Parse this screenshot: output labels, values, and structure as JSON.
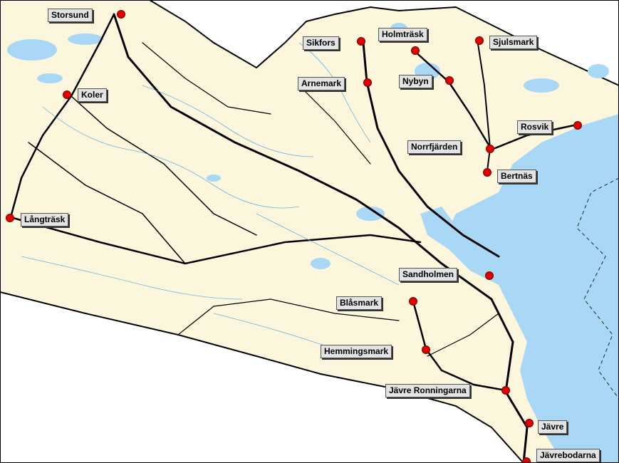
{
  "map": {
    "colors": {
      "land": "#fbf6dc",
      "water": "#a8d8f5",
      "roads": "#000000",
      "marker": "#e00000",
      "label_bg": "#e3e3e3"
    },
    "places": [
      {
        "id": "storsund",
        "name": "Storsund"
      },
      {
        "id": "koler",
        "name": "Koler"
      },
      {
        "id": "langtrask",
        "name": "Långträsk"
      },
      {
        "id": "sikfors",
        "name": "Sikfors"
      },
      {
        "id": "holmtrask",
        "name": "Holmträsk"
      },
      {
        "id": "sjulsmark",
        "name": "Sjulsmark"
      },
      {
        "id": "arnemark",
        "name": "Arnemark"
      },
      {
        "id": "nybyn",
        "name": "Nybyn"
      },
      {
        "id": "rosvik",
        "name": "Rosvik"
      },
      {
        "id": "norrfjarden",
        "name": "Norrfjärden"
      },
      {
        "id": "bertnas",
        "name": "Bertnäs"
      },
      {
        "id": "sandholmen",
        "name": "Sandholmen"
      },
      {
        "id": "blasmark",
        "name": "Blåsmark"
      },
      {
        "id": "hemmingsmark",
        "name": "Hemmingsmark"
      },
      {
        "id": "javre-ronningarna",
        "name": "Jävre Ronningarna"
      },
      {
        "id": "javre",
        "name": "Jävre"
      },
      {
        "id": "javrebodarna",
        "name": "Jävrebodarna"
      }
    ]
  }
}
